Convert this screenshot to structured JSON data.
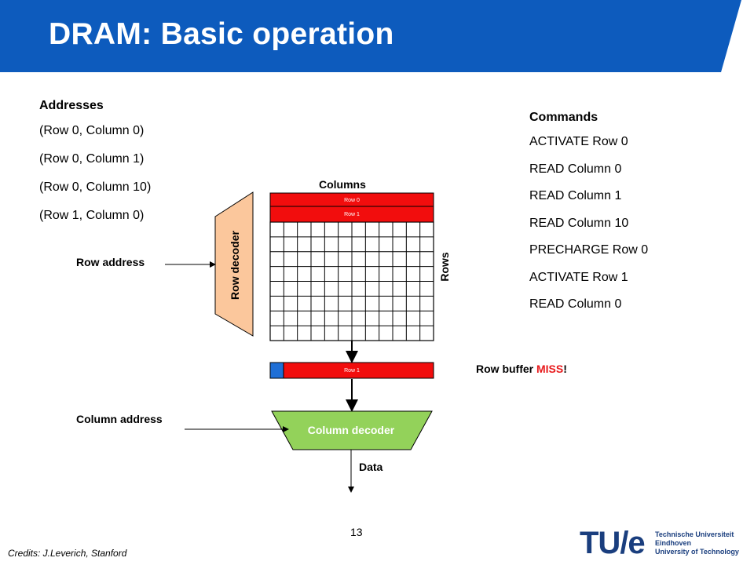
{
  "slide": {
    "title": "DRAM: Basic operation",
    "page_number": "13",
    "credits": "Credits: J.Leverich, Stanford"
  },
  "addresses": {
    "heading": "Addresses",
    "items": [
      "(Row 0, Column 0)",
      "(Row 0, Column 1)",
      "(Row 0, Column 10)",
      "(Row 1, Column 0)"
    ]
  },
  "commands": {
    "heading": "Commands",
    "items": [
      "ACTIVATE Row 0",
      "READ Column 0",
      "READ Column 1",
      "READ Column 10",
      "PRECHARGE Row 0",
      "ACTIVATE Row 1",
      "READ Column 0"
    ]
  },
  "diagram": {
    "columns_label": "Columns",
    "rows_label": "Rows",
    "row_decoder_label": "Row decoder",
    "row_address_label": "Row address",
    "column_address_label": "Column address",
    "column_decoder_label": "Column decoder",
    "data_label": "Data",
    "array_row0_label": "Row 0",
    "array_row1_label": "Row 1",
    "row_buffer_label": "Row 1",
    "row_buffer_status_prefix": "Row buffer",
    "row_buffer_status_overlay": "MISS",
    "row_buffer_status_suffix": "!"
  },
  "logo": {
    "mark": "TU/e",
    "line1": "Technische Universiteit",
    "line2": "Eindhoven",
    "line3": "University of Technology"
  },
  "colors": {
    "header_blue": "#0d5bbd",
    "row_red": "#f20d0d",
    "decoder_orange": "#fbc79c",
    "column_decoder_green": "#93d25a",
    "buffer_blue": "#1f6fd6"
  }
}
